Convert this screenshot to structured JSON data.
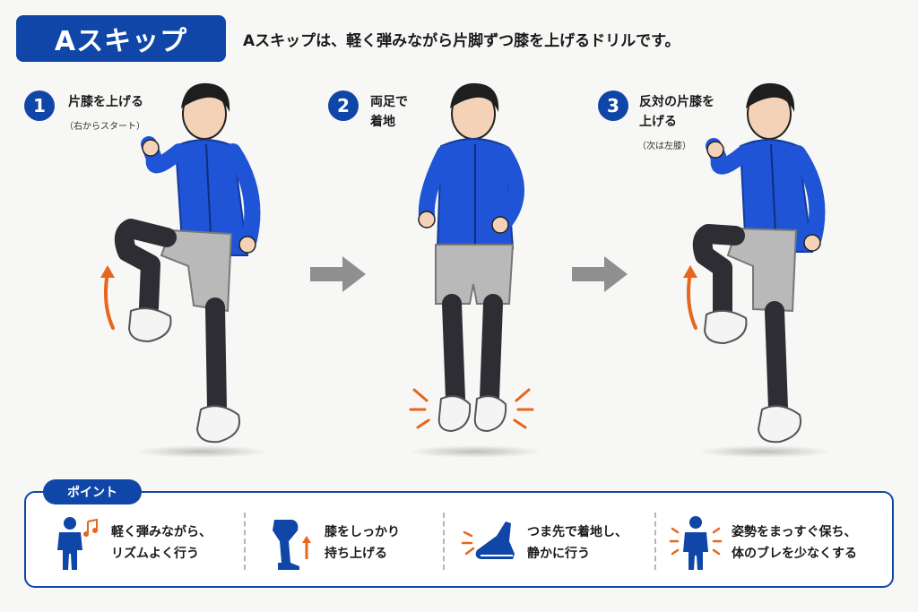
{
  "header": {
    "title": "Aスキップ",
    "subtitle": "Aスキップは、軽く弾みながら片脚ずつ膝を上げるドリルです。"
  },
  "steps": [
    {
      "num": "1",
      "label": "片膝を上げる",
      "note": "（右からスタート）"
    },
    {
      "num": "2",
      "label_line1": "両足で",
      "label_line2": "着地"
    },
    {
      "num": "3",
      "label_line1": "反対の片膝を",
      "label_line2": "上げる",
      "note": "（次は左膝）"
    }
  ],
  "points": {
    "tab_label": "ポイント",
    "items": [
      {
        "icon": "person-music-icon",
        "line1": "軽く弾みながら、",
        "line2": "リズムよく行う"
      },
      {
        "icon": "leg-knee-up-icon",
        "line1": "膝をしっかり",
        "line2": "持ち上げる"
      },
      {
        "icon": "shoe-landing-icon",
        "line1": "つま先で着地し、",
        "line2": "静かに行う"
      },
      {
        "icon": "person-posture-icon",
        "line1": "姿勢をまっすぐ保ち、",
        "line2": "体のブレを少なくする"
      }
    ]
  },
  "colors": {
    "accent": "#0f46a8",
    "jacket": "#1f54d6",
    "arrow_orange": "#e8651f",
    "arrow_gray": "#8f8f8f"
  }
}
